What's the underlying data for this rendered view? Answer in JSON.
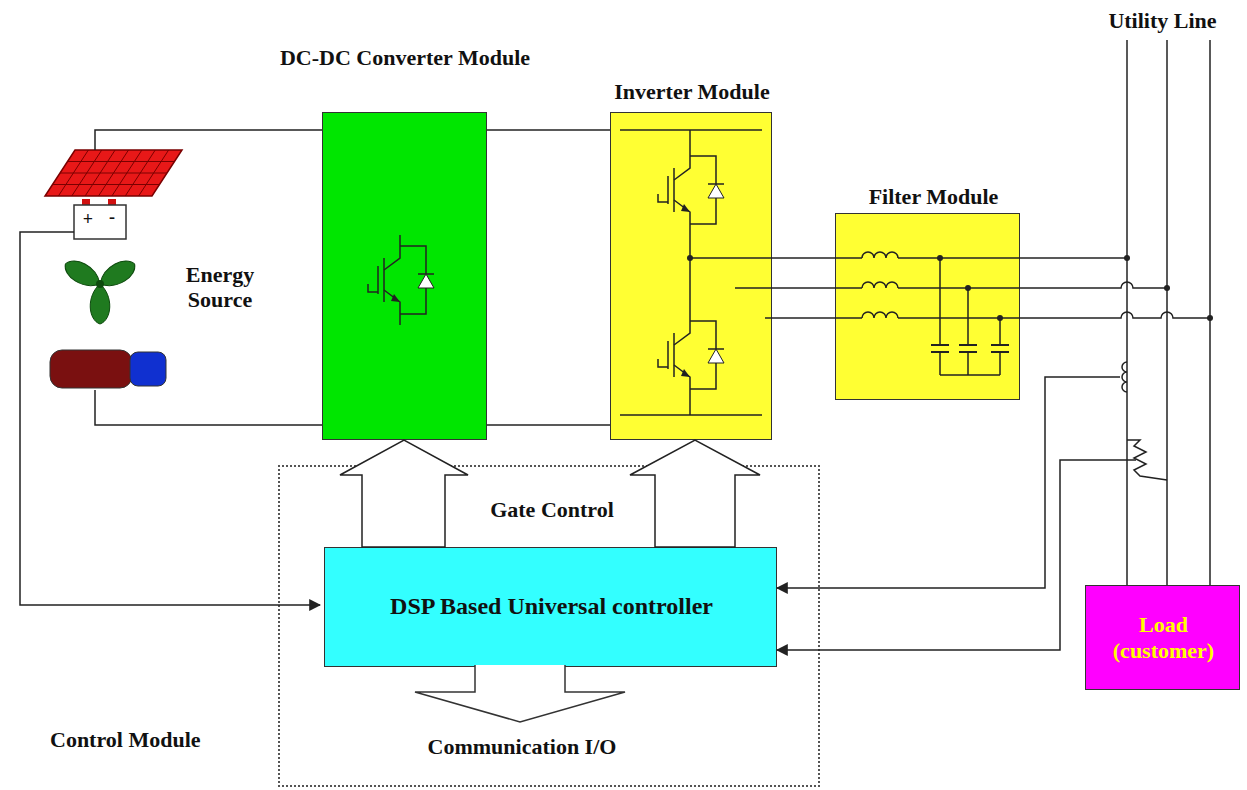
{
  "diagram": {
    "nodes": [
      {
        "text": [
          "DC-DC Converter Module"
        ]
      },
      {
        "text": [
          "Inverter Module"
        ]
      },
      {
        "text": [
          "Filter Module"
        ]
      },
      {
        "text": [
          "Control Module",
          "Gate Control",
          "Communication I/O"
        ]
      },
      {
        "text": [
          "DSP Based Universal controller"
        ],
        "in": 3
      },
      {
        "text": [
          "Load (customer)"
        ]
      }
    ],
    "edges": [
      {
        "from": 0,
        "to": 1,
        "arrow": "none"
      },
      {
        "from": 0,
        "to": 1,
        "arrow": "none"
      },
      {
        "from": 1,
        "to": 2,
        "arrow": "none"
      },
      {
        "from": 1,
        "to": 2,
        "arrow": "none"
      },
      {
        "from": 1,
        "to": 2,
        "arrow": "none"
      },
      {
        "from": 4,
        "to": 0,
        "arrow": "to"
      },
      {
        "from": 4,
        "to": 1,
        "arrow": "to"
      }
    ],
    "labels": [
      "Energy Source",
      "Utility Line",
      "+",
      "-"
    ]
  }
}
